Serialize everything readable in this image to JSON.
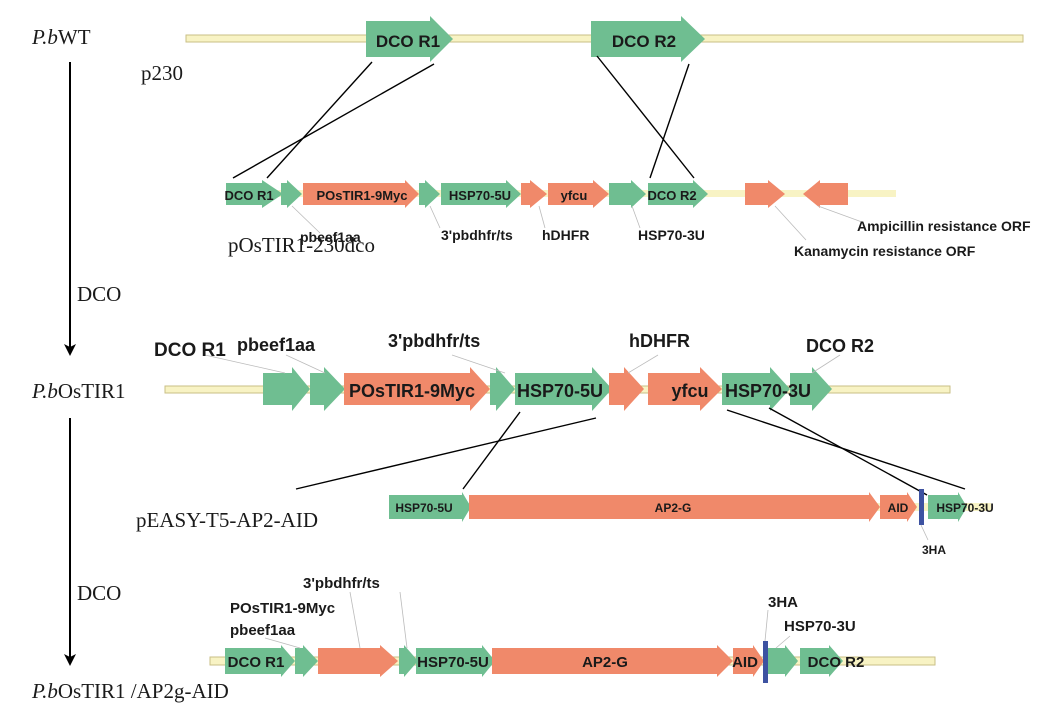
{
  "colors": {
    "backbone": "#F8F3C4",
    "backbone_stroke": "#C9BF86",
    "green": "#6FBE91",
    "orange": "#F0896A",
    "tag": "#3D52A1",
    "line": "#000000",
    "text": "#1a1a1a"
  },
  "strain_labels": {
    "wt": {
      "prefix": "P.b",
      "suffix": "WT"
    },
    "ostir1": {
      "prefix": "P.b",
      "suffix": "OsTIR1"
    },
    "final": {
      "prefix": "P.b",
      "suffix": "OsTIR1 /AP2g-AID"
    }
  },
  "process": {
    "step1_label": "DCO",
    "step2_label": "DCO"
  },
  "constructs": {
    "p230": {
      "name": "p230",
      "dco_r1": "DCO R1",
      "dco_r2": "DCO R2"
    },
    "pOsTIR1": {
      "name": "pOsTIR1-230dco",
      "features": {
        "dco_r1": "DCO R1",
        "postir1": "POsTIR1-9Myc",
        "hsp70_5u": "HSP70-5U",
        "yfcu": "yfcu",
        "dco_r2": "DCO R2"
      },
      "annotations": {
        "pbeef1aa": "pbeef1aa",
        "pbdhfr": "3'pbdhfr/ts",
        "hdhfr": "hDHFR",
        "hsp70_3u": "HSP70-3U",
        "amp": "Ampicillin resistance ORF",
        "kan": "Kanamycin resistance ORF"
      }
    },
    "ostir1_locus": {
      "features": {
        "postir1": "POsTIR1-9Myc",
        "hsp70_5u": "HSP70-5U",
        "yfcu": "yfcu",
        "hsp70_3u": "HSP70-3U"
      },
      "annotations": {
        "dco_r1": "DCO R1",
        "pbeef1aa": "pbeef1aa",
        "pbdhfr": "3'pbdhfr/ts",
        "hdhfr": "hDHFR",
        "dco_r2": "DCO R2"
      }
    },
    "pEASY": {
      "name": "pEASY-T5-AP2-AID",
      "features": {
        "hsp70_5u": "HSP70-5U",
        "ap2g": "AP2-G",
        "aid": "AID",
        "hsp70_3u": "HSP70-3U"
      },
      "annotations": {
        "ha": "3HA"
      }
    },
    "final_locus": {
      "features": {
        "dco_r1": "DCO R1",
        "hsp70_5u": "HSP70-5U",
        "ap2g": "AP2-G",
        "aid": "AID",
        "dco_r2": "DCO R2"
      },
      "annotations": {
        "pbdhfr": "3'pbdhfr/ts",
        "postir1": "POsTIR1-9Myc",
        "pbeef1aa": "pbeef1aa",
        "ha": "3HA",
        "hsp70_3u": "HSP70-3U"
      }
    }
  }
}
